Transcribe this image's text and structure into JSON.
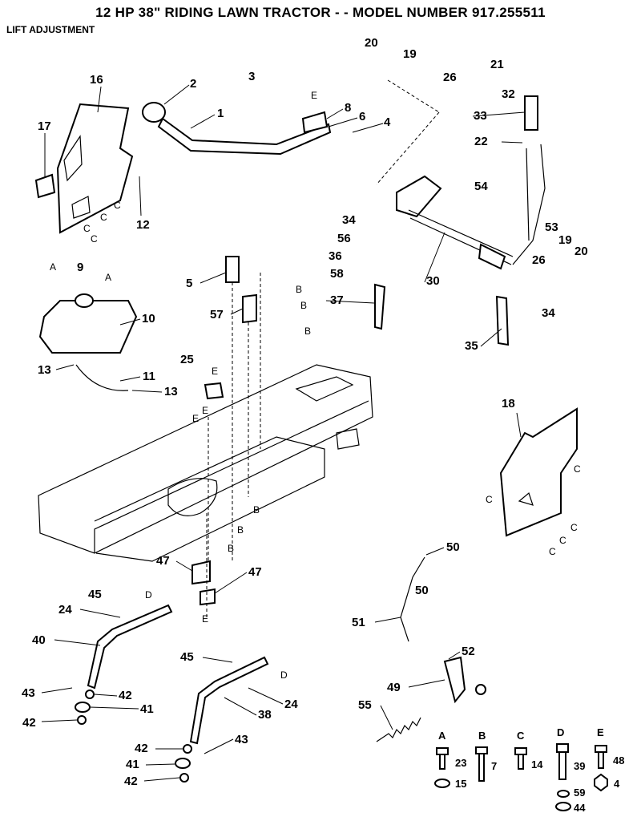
{
  "header": {
    "title": "12 HP 38\" RIDING LAWN TRACTOR - - MODEL NUMBER 917.255511",
    "subtitle": "LIFT ADJUSTMENT"
  },
  "callouts": {
    "p1": "1",
    "p2": "2",
    "p3": "3",
    "p4": "4",
    "p5": "5",
    "p6": "6",
    "p8": "8",
    "p9": "9",
    "p10": "10",
    "p11": "11",
    "p12": "12",
    "p13a": "13",
    "p13b": "13",
    "p16": "16",
    "p17": "17",
    "p18": "18",
    "p19a": "19",
    "p19b": "19",
    "p20a": "20",
    "p20b": "20",
    "p21": "21",
    "p22": "22",
    "p24a": "24",
    "p24b": "24",
    "p25": "25",
    "p26a": "26",
    "p26b": "26",
    "p30": "30",
    "p32": "32",
    "p33": "33",
    "p34a": "34",
    "p34b": "34",
    "p35": "35",
    "p36": "36",
    "p37": "37",
    "p38": "38",
    "p40": "40",
    "p41a": "41",
    "p41b": "41",
    "p42a": "42",
    "p42b": "42",
    "p42c": "42",
    "p42d": "42",
    "p43a": "43",
    "p43b": "43",
    "p45a": "45",
    "p45b": "45",
    "p47a": "47",
    "p47b": "47",
    "p49": "49",
    "p50a": "50",
    "p50b": "50",
    "p51": "51",
    "p52": "52",
    "p53": "53",
    "p54": "54",
    "p55": "55",
    "p56": "56",
    "p57": "57",
    "p58": "58"
  },
  "letters": {
    "a1": "A",
    "a2": "A",
    "b": "B",
    "c": "C",
    "d": "D",
    "e": "E"
  },
  "hardware_key": [
    {
      "letter": "A",
      "parts": [
        "23",
        "15"
      ]
    },
    {
      "letter": "B",
      "parts": [
        "7"
      ]
    },
    {
      "letter": "C",
      "parts": [
        "14"
      ]
    },
    {
      "letter": "D",
      "parts": [
        "39",
        "59",
        "44"
      ]
    },
    {
      "letter": "E",
      "parts": [
        "48",
        "4"
      ]
    }
  ]
}
